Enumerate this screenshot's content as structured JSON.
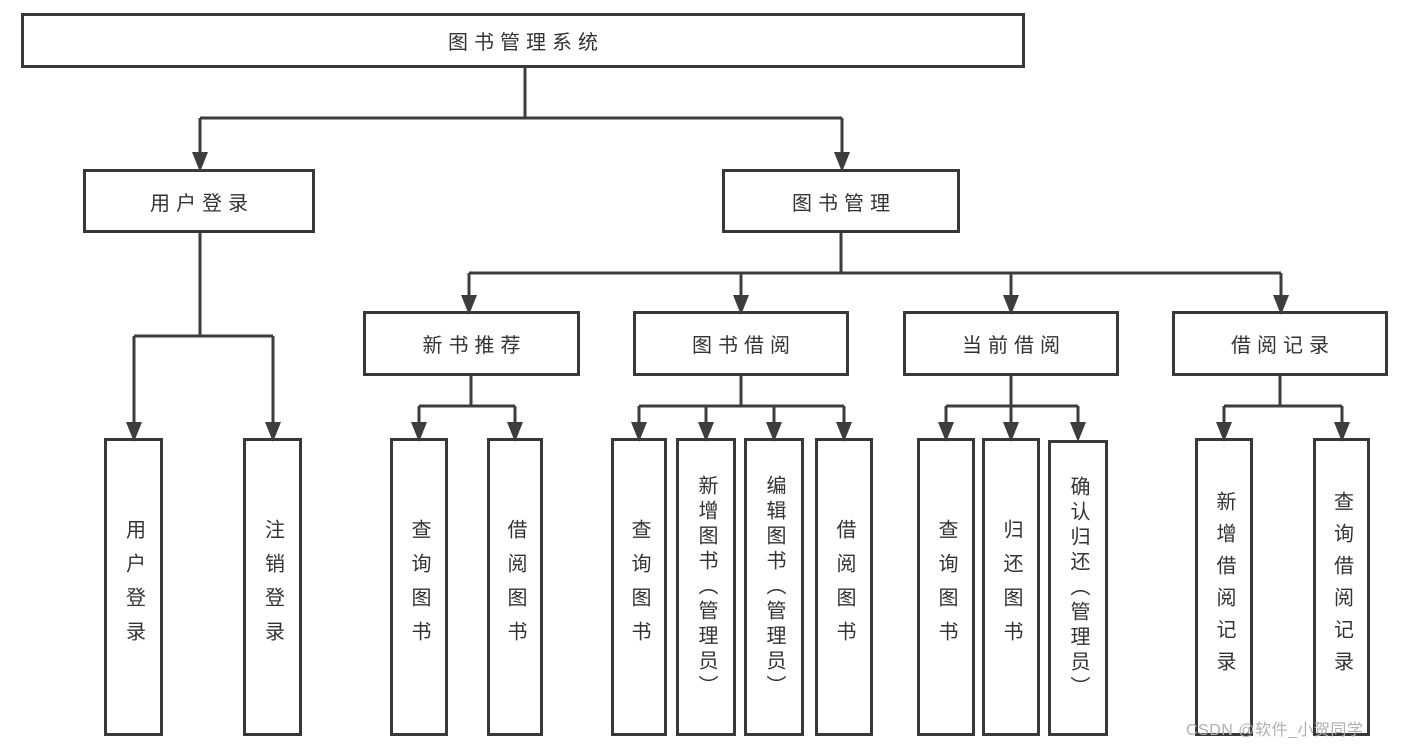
{
  "colors": {
    "line": "#3d3d3d",
    "box_border": "#383838",
    "text": "#333333",
    "watermark": "#b0b0b0",
    "background": "#ffffff"
  },
  "watermark": {
    "text": "CSDN @软件_小贺同学"
  },
  "tree": {
    "root": {
      "label": "图书管理系统"
    },
    "level2": [
      {
        "label": "用户登录"
      },
      {
        "label": "图书管理"
      }
    ],
    "level3": [
      {
        "label": "新书推荐"
      },
      {
        "label": "图书借阅"
      },
      {
        "label": "当前借阅"
      },
      {
        "label": "借阅记录"
      }
    ],
    "leaves": {
      "user": [
        {
          "label": "用户登录"
        },
        {
          "label": "注销登录"
        }
      ],
      "recommend": [
        {
          "label": "查询图书"
        },
        {
          "label": "借阅图书"
        }
      ],
      "borrow": [
        {
          "label": "查询图书"
        },
        {
          "label": "新增图书（管理员）"
        },
        {
          "label": "编辑图书（管理员）"
        },
        {
          "label": "借阅图书"
        }
      ],
      "current": [
        {
          "label": "查询图书"
        },
        {
          "label": "归还图书"
        },
        {
          "label": "确认归还（管理员）"
        }
      ],
      "records": [
        {
          "label": "新增借阅记录"
        },
        {
          "label": "查询借阅记录"
        }
      ]
    }
  }
}
